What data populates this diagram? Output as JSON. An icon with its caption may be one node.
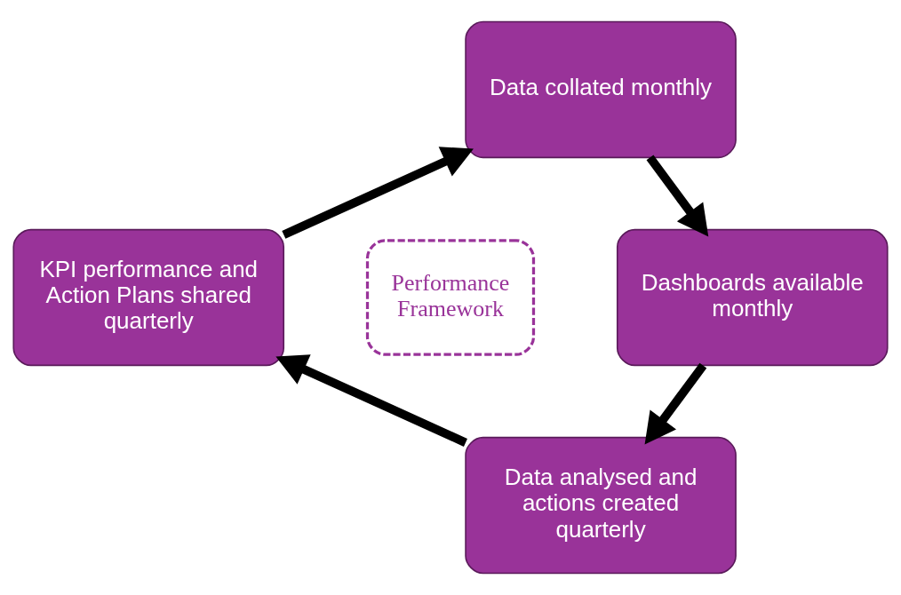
{
  "diagram": {
    "nodes": [
      {
        "text": [
          "Data collated monthly"
        ]
      },
      {
        "text": [
          "Dashboards available monthly"
        ]
      },
      {
        "text": [
          "Data analysed and actions created quarterly"
        ]
      },
      {
        "text": [
          "KPI performance and Action Plans shared quarterly"
        ]
      },
      {
        "text": [
          "Performance Framework"
        ]
      }
    ],
    "edges": [
      {
        "from": 0,
        "to": 1,
        "arrow": "to"
      },
      {
        "from": 1,
        "to": 2,
        "arrow": "to"
      },
      {
        "from": 2,
        "to": 3,
        "arrow": "to"
      },
      {
        "from": 3,
        "to": 0,
        "arrow": "to"
      }
    ]
  }
}
